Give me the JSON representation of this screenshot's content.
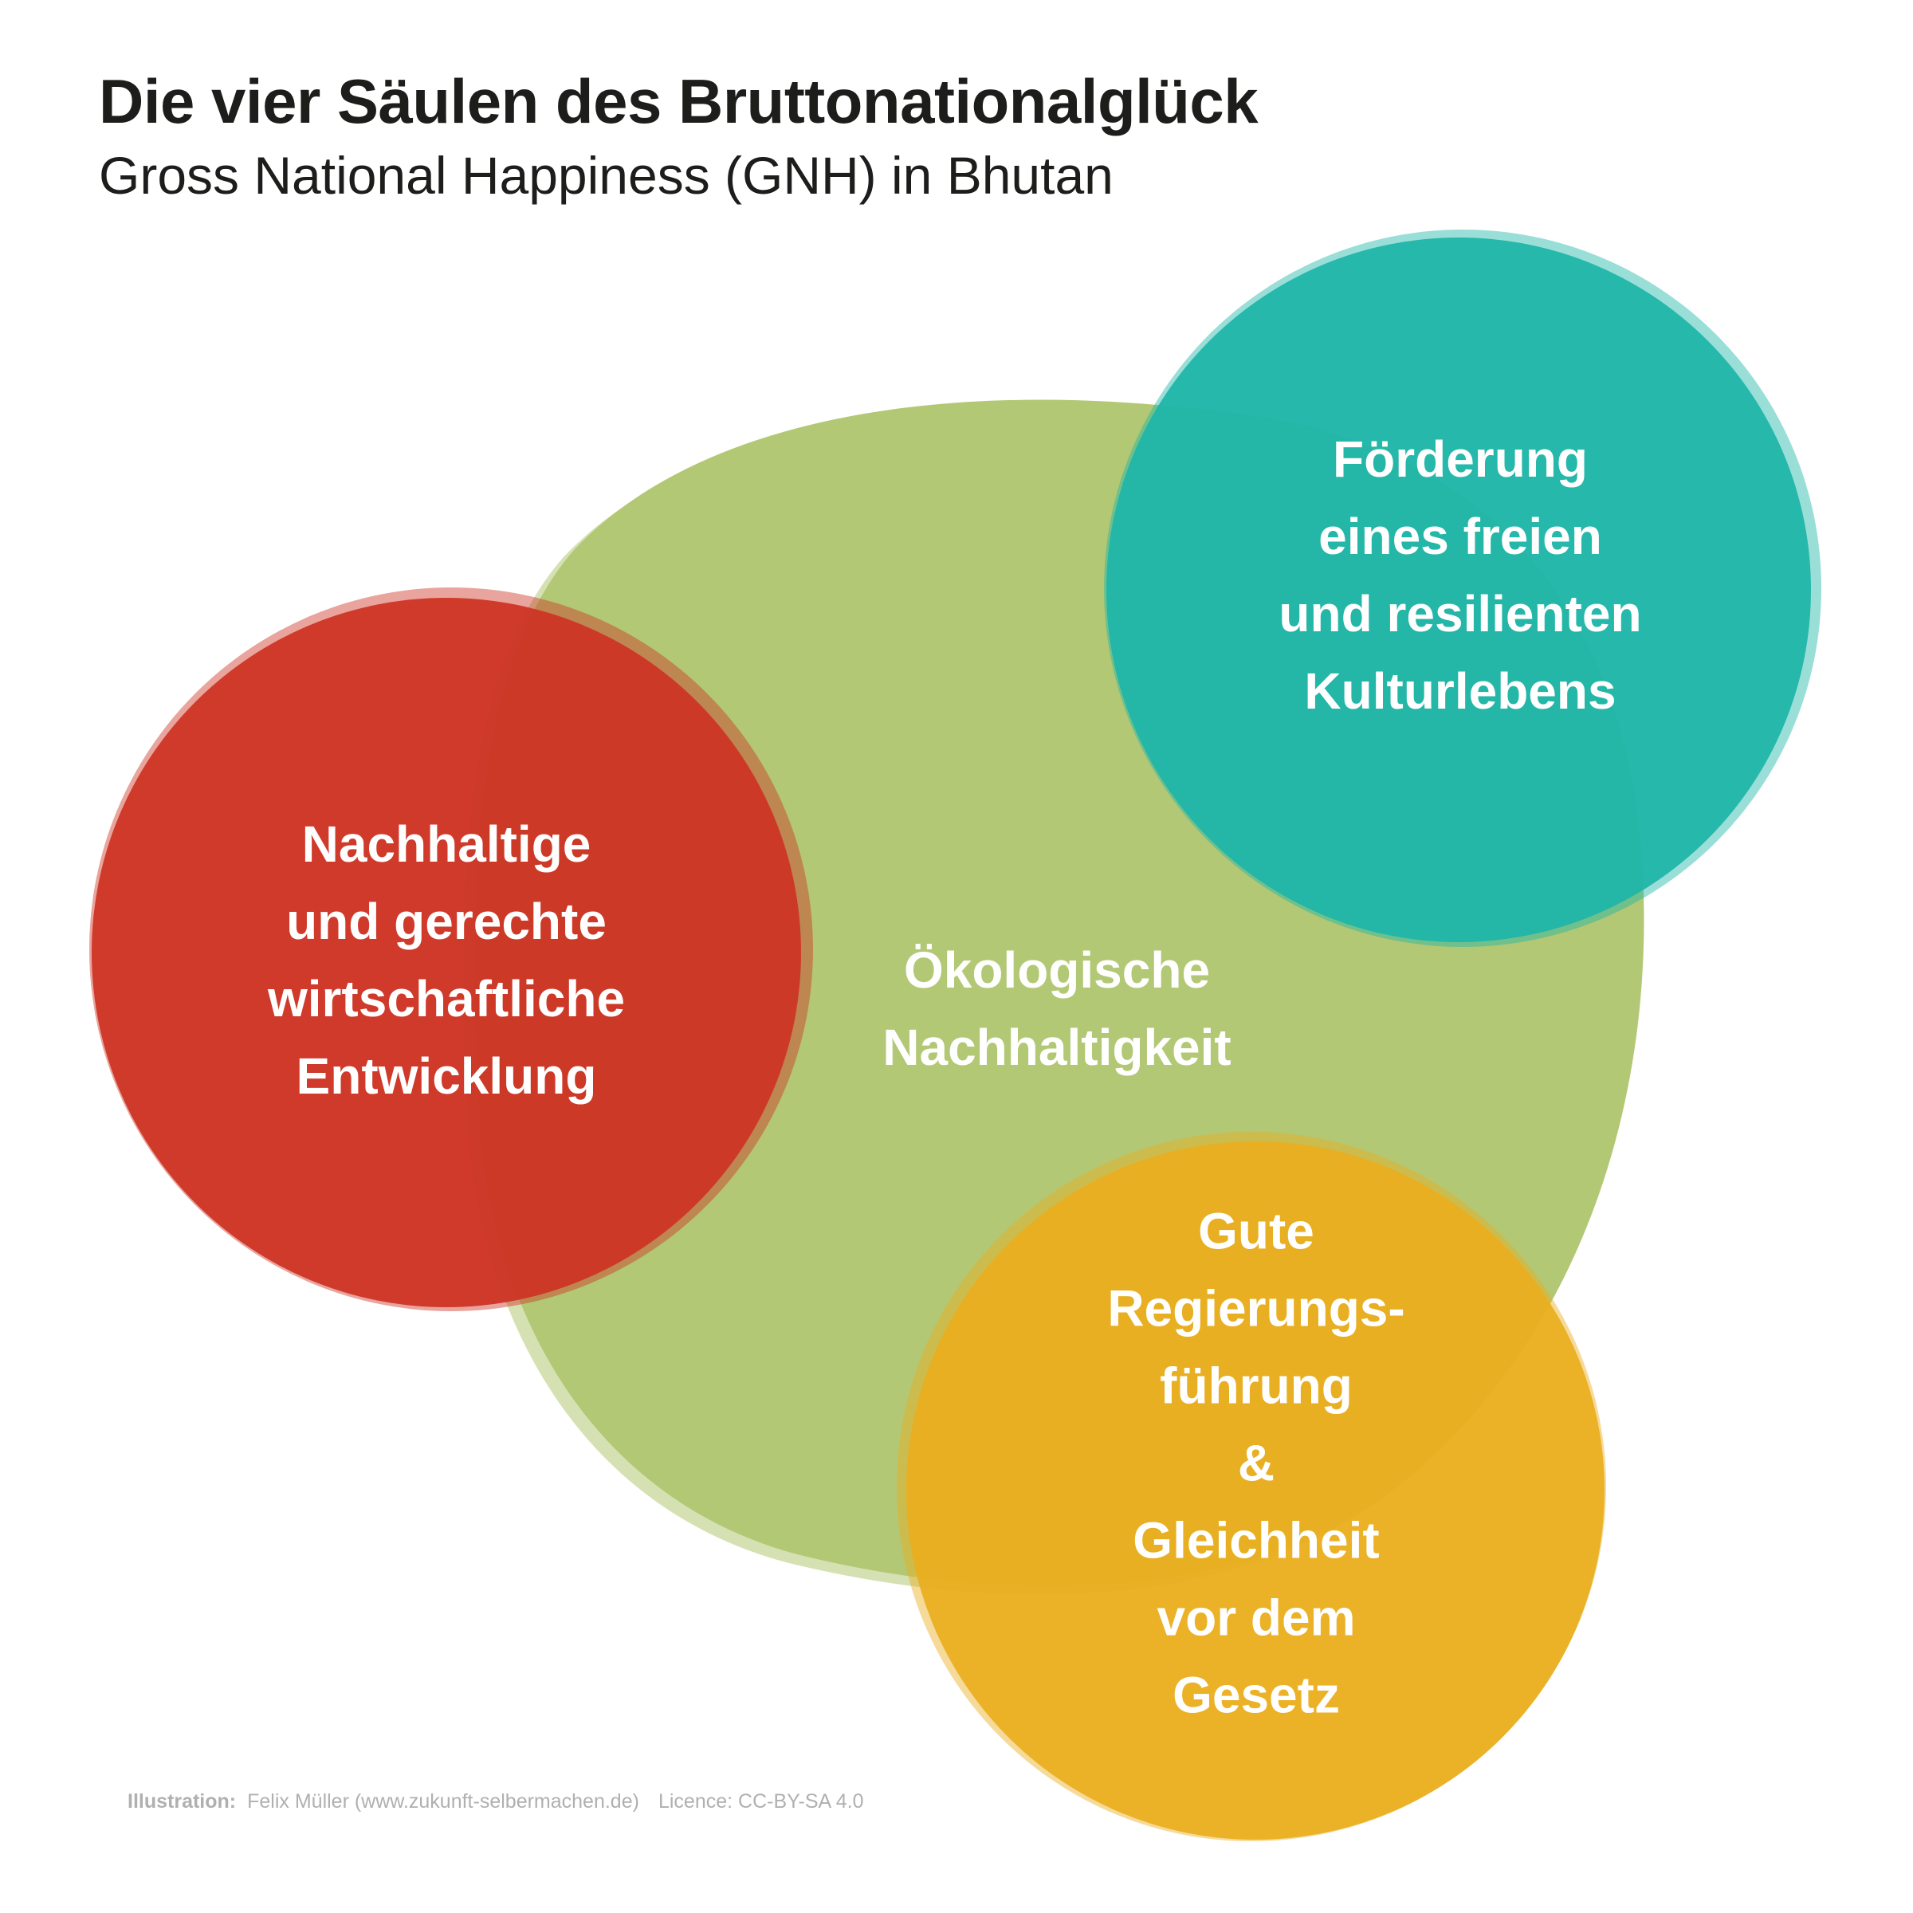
{
  "header": {
    "title": "Die vier Säulen des Bruttonationalglück",
    "subtitle": "Gross National Happiness (GNH) in Bhutan"
  },
  "pillars": [
    {
      "id": "ecology",
      "label": "Ökologische\nNachhaltigkeit",
      "color": "#b3c875"
    },
    {
      "id": "economy",
      "label": "Nachhaltige\nund gerechte\nwirtschaftliche\nEntwicklung",
      "color": "#cd3525"
    },
    {
      "id": "culture",
      "label": "Förderung\neines freien\nund resilienten\nKulturlebens",
      "color": "#20b5a9"
    },
    {
      "id": "governance",
      "label": "Gute\nRegierungs-\nführung\n&\nGleichheit\nvor dem\nGesetz",
      "color": "#eaae1f"
    }
  ],
  "footer": {
    "illustration_label": "Illustration:",
    "author": "Felix Müller (www.zukunft-selbermachen.de)",
    "licence": "Licence: CC-BY-SA 4.0"
  }
}
